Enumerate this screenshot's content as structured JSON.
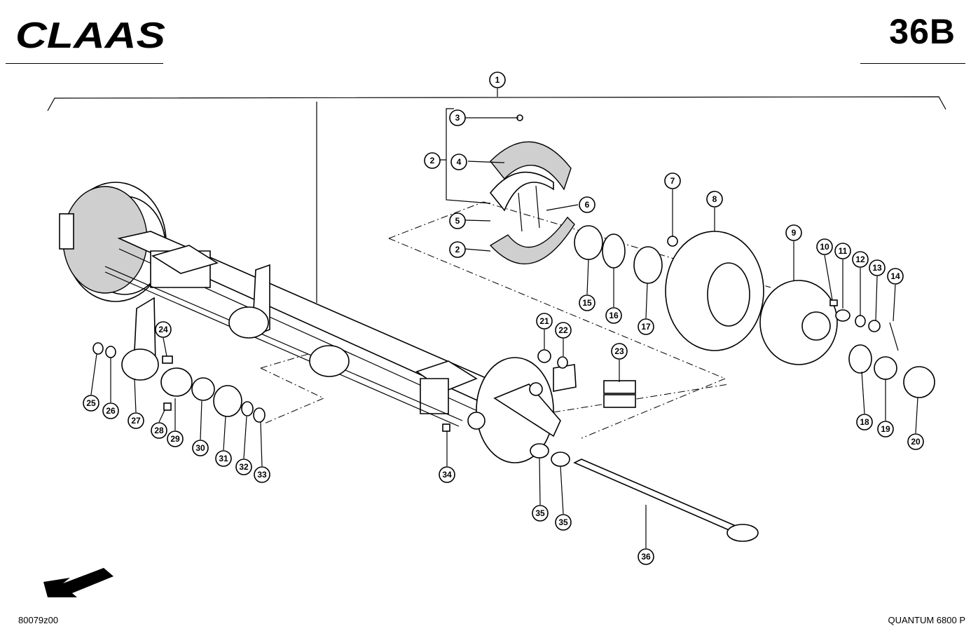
{
  "header": {
    "brand": "CLAAS",
    "page_number": "36B"
  },
  "footer": {
    "drawing_number": "80079z00",
    "model": "QUANTUM 6800 P"
  },
  "callouts": [
    "1",
    "2",
    "2",
    "3",
    "4",
    "5",
    "6",
    "7",
    "8",
    "9",
    "10",
    "11",
    "12",
    "13",
    "14",
    "15",
    "16",
    "17",
    "18",
    "19",
    "20",
    "21",
    "22",
    "23",
    "24",
    "25",
    "26",
    "27",
    "28",
    "29",
    "30",
    "31",
    "32",
    "33",
    "34",
    "35",
    "35",
    "36"
  ],
  "colors": {
    "line": "#000000",
    "background": "#ffffff",
    "shade": "#cfcfcf"
  },
  "icons": {
    "direction": "direction-arrow-icon"
  }
}
